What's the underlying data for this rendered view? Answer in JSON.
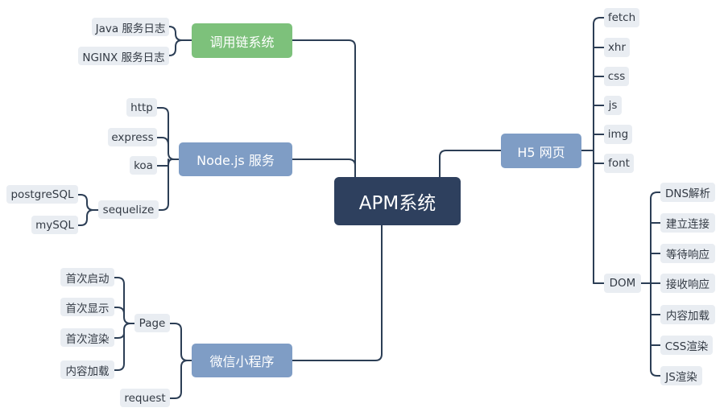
{
  "root": {
    "label": "APM系统"
  },
  "branches": {
    "trace": {
      "label": "调用链系统",
      "children": [
        "Java 服务日志",
        "NGINX 服务日志"
      ]
    },
    "node": {
      "label": "Node.js 服务",
      "children": [
        "http",
        "express",
        "koa"
      ],
      "sequelize": {
        "label": "sequelize",
        "children": [
          "postgreSQL",
          "mySQL"
        ]
      }
    },
    "wechat": {
      "label": "微信小程序",
      "page": {
        "label": "Page",
        "children": [
          "首次启动",
          "首次显示",
          "首次渲染",
          "内容加载"
        ]
      },
      "request": {
        "label": "request"
      }
    },
    "h5": {
      "label": "H5 网页",
      "children": [
        "fetch",
        "xhr",
        "css",
        "js",
        "img",
        "font"
      ],
      "dom": {
        "label": "DOM",
        "children": [
          "DNS解析",
          "建立连接",
          "等待响应",
          "接收响应",
          "内容加载",
          "CSS渲染",
          "JS渲染"
        ]
      }
    }
  },
  "colors": {
    "root": "#2e405e",
    "trace_branch": "#7dc17b",
    "other_branches": "#7f9dc5",
    "leaf_background": "#e9edf2",
    "connector": "#2c3e55"
  }
}
